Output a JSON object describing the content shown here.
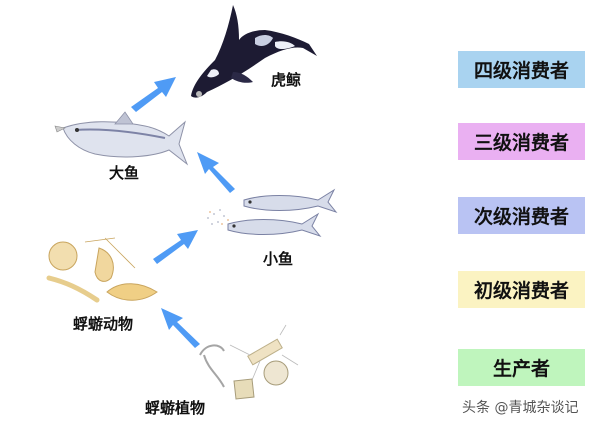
{
  "diagram": {
    "type": "food-chain",
    "organisms": [
      {
        "id": "orca",
        "label": "虎鲸"
      },
      {
        "id": "big-fish",
        "label": "大鱼"
      },
      {
        "id": "small-fish",
        "label": "小鱼"
      },
      {
        "id": "zooplankton",
        "label": "蜉蝣动物"
      },
      {
        "id": "phytoplankton",
        "label": "蜉蝣植物"
      }
    ],
    "levels": [
      {
        "label": "四级消费者",
        "color": "#a9d3f0"
      },
      {
        "label": "三级消费者",
        "color": "#eab0f2"
      },
      {
        "label": "次级消费者",
        "color": "#b9c3f3"
      },
      {
        "label": "初级消费者",
        "color": "#fbf3c2"
      },
      {
        "label": "生产者",
        "color": "#bff5bd"
      }
    ],
    "arrows": [
      {
        "from": "phytoplankton",
        "to": "zooplankton"
      },
      {
        "from": "zooplankton",
        "to": "small-fish"
      },
      {
        "from": "small-fish",
        "to": "big-fish"
      },
      {
        "from": "big-fish",
        "to": "orca"
      }
    ],
    "arrow_color": "#4f9bf5",
    "watermark": "头条 @青城杂谈记"
  }
}
